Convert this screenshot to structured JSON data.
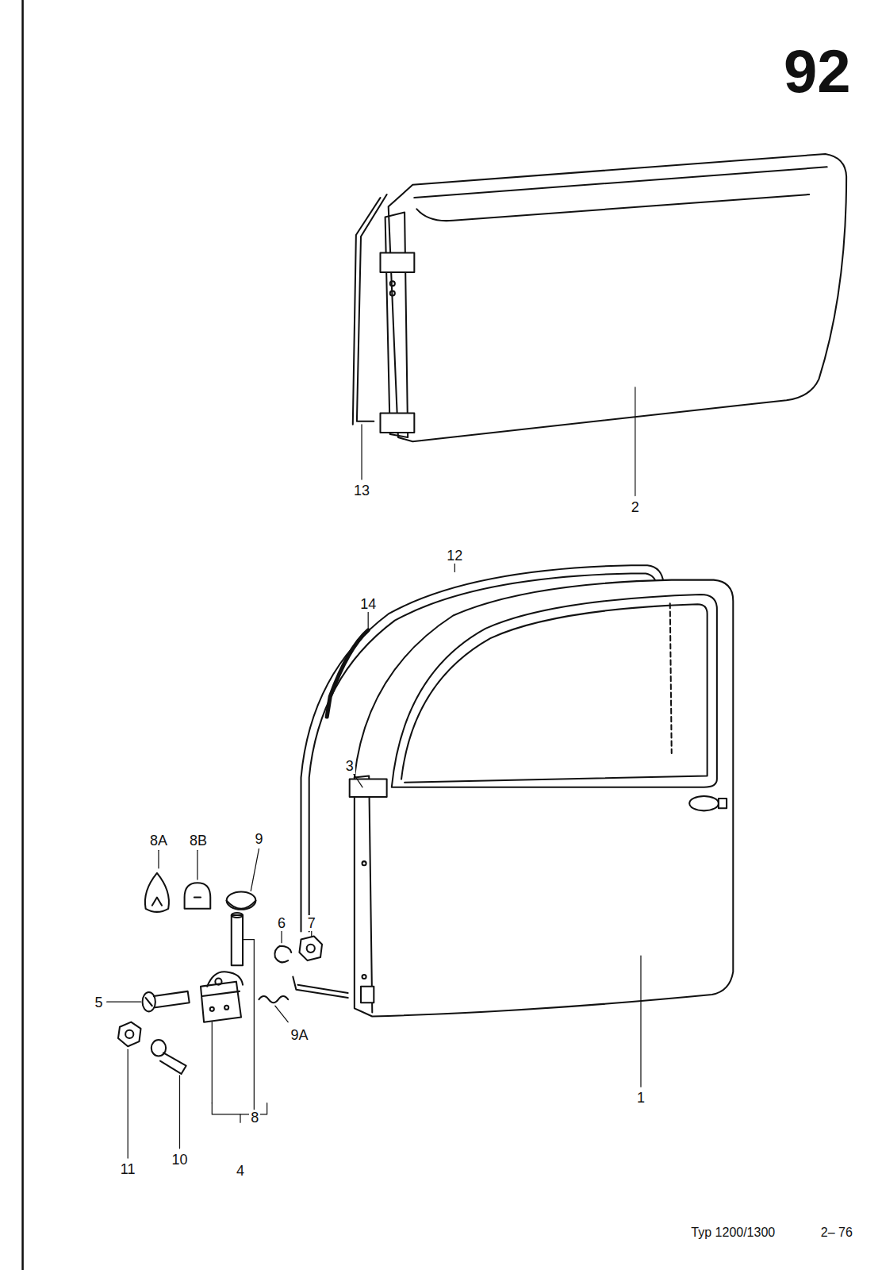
{
  "diagram": {
    "labels": [
      "92",
      "13",
      "2",
      "12",
      "14",
      "3",
      "8A",
      "8B",
      "9",
      "6",
      "7",
      "5",
      "9A",
      "1",
      "8",
      "11",
      "10",
      "4",
      "Typ 1200/1300",
      "2– 76"
    ]
  }
}
